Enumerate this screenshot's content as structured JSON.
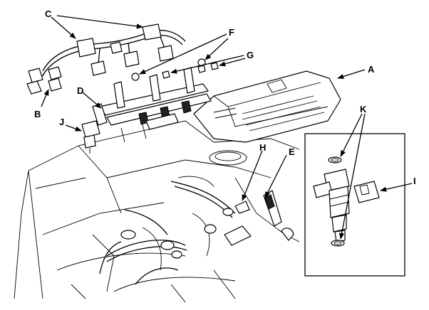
{
  "callouts": {
    "a": "A",
    "b": "B",
    "c": "C",
    "d": "D",
    "e": "E",
    "f": "F",
    "g": "G",
    "h": "H",
    "i": "I",
    "j": "J",
    "k": "K"
  }
}
